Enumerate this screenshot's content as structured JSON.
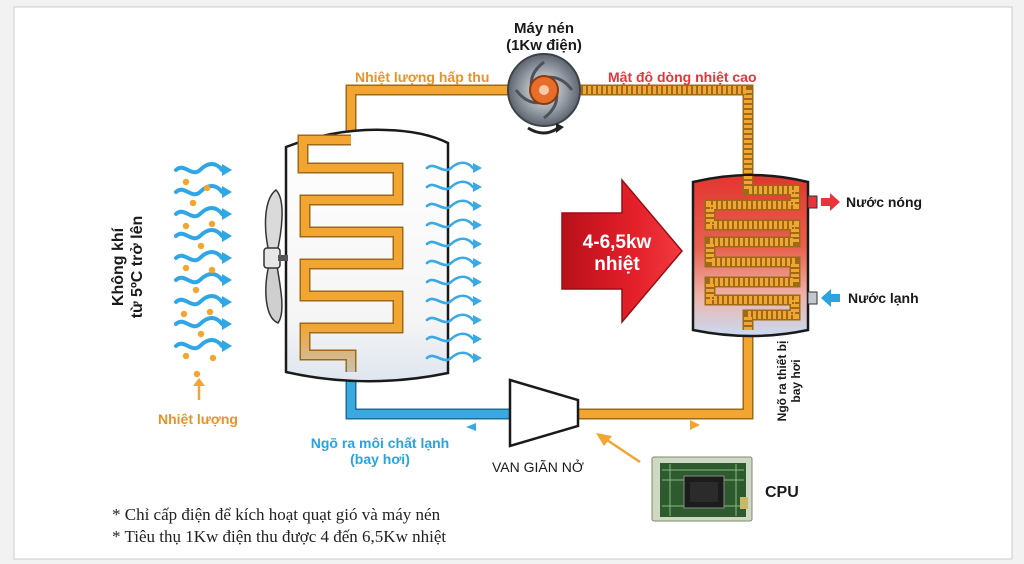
{
  "compressor": {
    "title": "Máy nén",
    "power": "(1Kw điện)"
  },
  "labels": {
    "heat_absorbed": "Nhiệt lượng hấp thu",
    "high_heat_density": "Mật độ dòng nhiệt cao",
    "hot_water": "Nước nóng",
    "cold_water": "Nước lạnh",
    "heat_output_line1": "4-6,5kw",
    "heat_output_line2": "nhiệt",
    "air_in_line1": "Không khí",
    "air_in_line2": "từ 5ºC trở lên",
    "heat": "Nhiệt lượng",
    "refrigerant_out_line1": "Ngõ ra môi chất lạnh",
    "refrigerant_out_line2": "(bay hơi)",
    "expansion_valve": "VAN GIÃN NỞ",
    "device_out_line1": "Ngõ ra thiết bị",
    "device_out_line2": "bay hơi",
    "cpu": "CPU"
  },
  "notes": [
    "* Chỉ cấp điện để kích hoạt quạt gió và máy nén",
    "* Tiêu thụ 1Kw điện thu được 4 đến 6,5Kw nhiệt"
  ],
  "colors": {
    "pipe_warm": "#f2a531",
    "pipe_cold": "#39a9e0",
    "hot": "#e8343a",
    "label_orange": "#e8932a",
    "label_blue": "#2aa3e0",
    "label_red": "#e8343a"
  },
  "icons": [
    "compressor-icon",
    "fan-icon",
    "cpu-chip-icon",
    "air-flow-icon",
    "heat-arrow-icon"
  ]
}
